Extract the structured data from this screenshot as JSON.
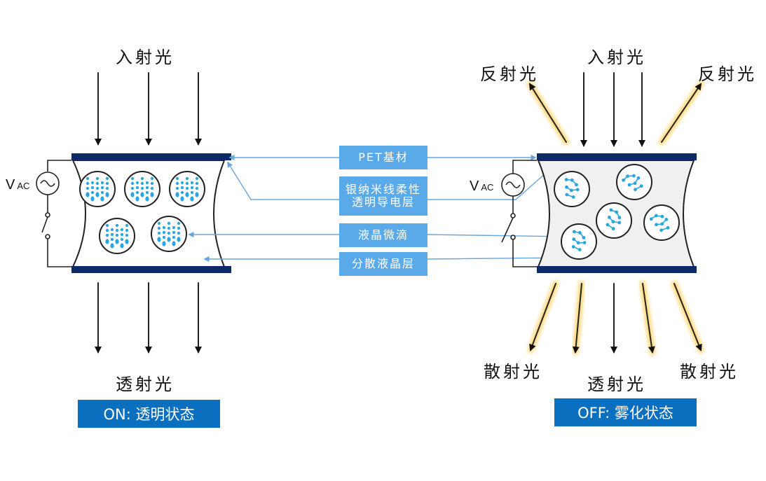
{
  "left": {
    "incident": "入射光",
    "transmitted": "透射光",
    "vac_main": "V",
    "vac_sub": "AC",
    "state": "ON: 透明状态"
  },
  "right": {
    "incident": "入射光",
    "reflected_left": "反射光",
    "reflected_right": "反射光",
    "scattered_left": "散射光",
    "scattered_right": "散射光",
    "transmitted": "透射光",
    "vac_main": "V",
    "vac_sub": "AC",
    "state": "OFF: 雾化状态"
  },
  "center_labels": {
    "pet": "PET基材",
    "conductive_line1": "银纳米线柔性",
    "conductive_line2": "透明导电层",
    "droplet": "液晶微滴",
    "layer": "分散液晶层"
  },
  "colors": {
    "substrate": "#0d2a66",
    "tag_blue": "#5aa9e8",
    "state_blue": "#0b6fc0",
    "droplet_cyan": "#27a6e0",
    "glow": "#ffd36b",
    "fog_fill": "#f0f0f0"
  }
}
